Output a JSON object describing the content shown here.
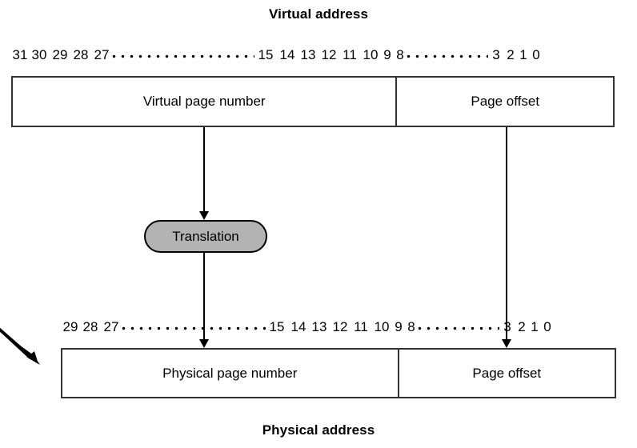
{
  "diagram": {
    "virtual_address_title": "Virtual address",
    "physical_address_title": "Physical address",
    "translation_label": "Translation",
    "virtual_bits": {
      "left_group": [
        "31",
        "30",
        "29",
        "28",
        "27"
      ],
      "middle_group": [
        "15",
        "14",
        "13",
        "12",
        "11",
        "10",
        "9",
        "8"
      ],
      "right_group": [
        "3",
        "2",
        "1",
        "0"
      ]
    },
    "physical_bits": {
      "left_group": [
        "29",
        "28",
        "27"
      ],
      "middle_group": [
        "15",
        "14",
        "13",
        "12",
        "11",
        "10",
        "9",
        "8"
      ],
      "right_group": [
        "3",
        "2",
        "1",
        "0"
      ]
    },
    "virtual_fields": [
      {
        "label": "Virtual page number"
      },
      {
        "label": "Page offset"
      }
    ],
    "physical_fields": [
      {
        "label": "Physical page number"
      },
      {
        "label": "Page offset"
      }
    ],
    "colors": {
      "translation_fill": "#b3b3b3",
      "box_border": "#333333",
      "arrow": "#000000",
      "background": "#ffffff",
      "text": "#000000"
    }
  }
}
